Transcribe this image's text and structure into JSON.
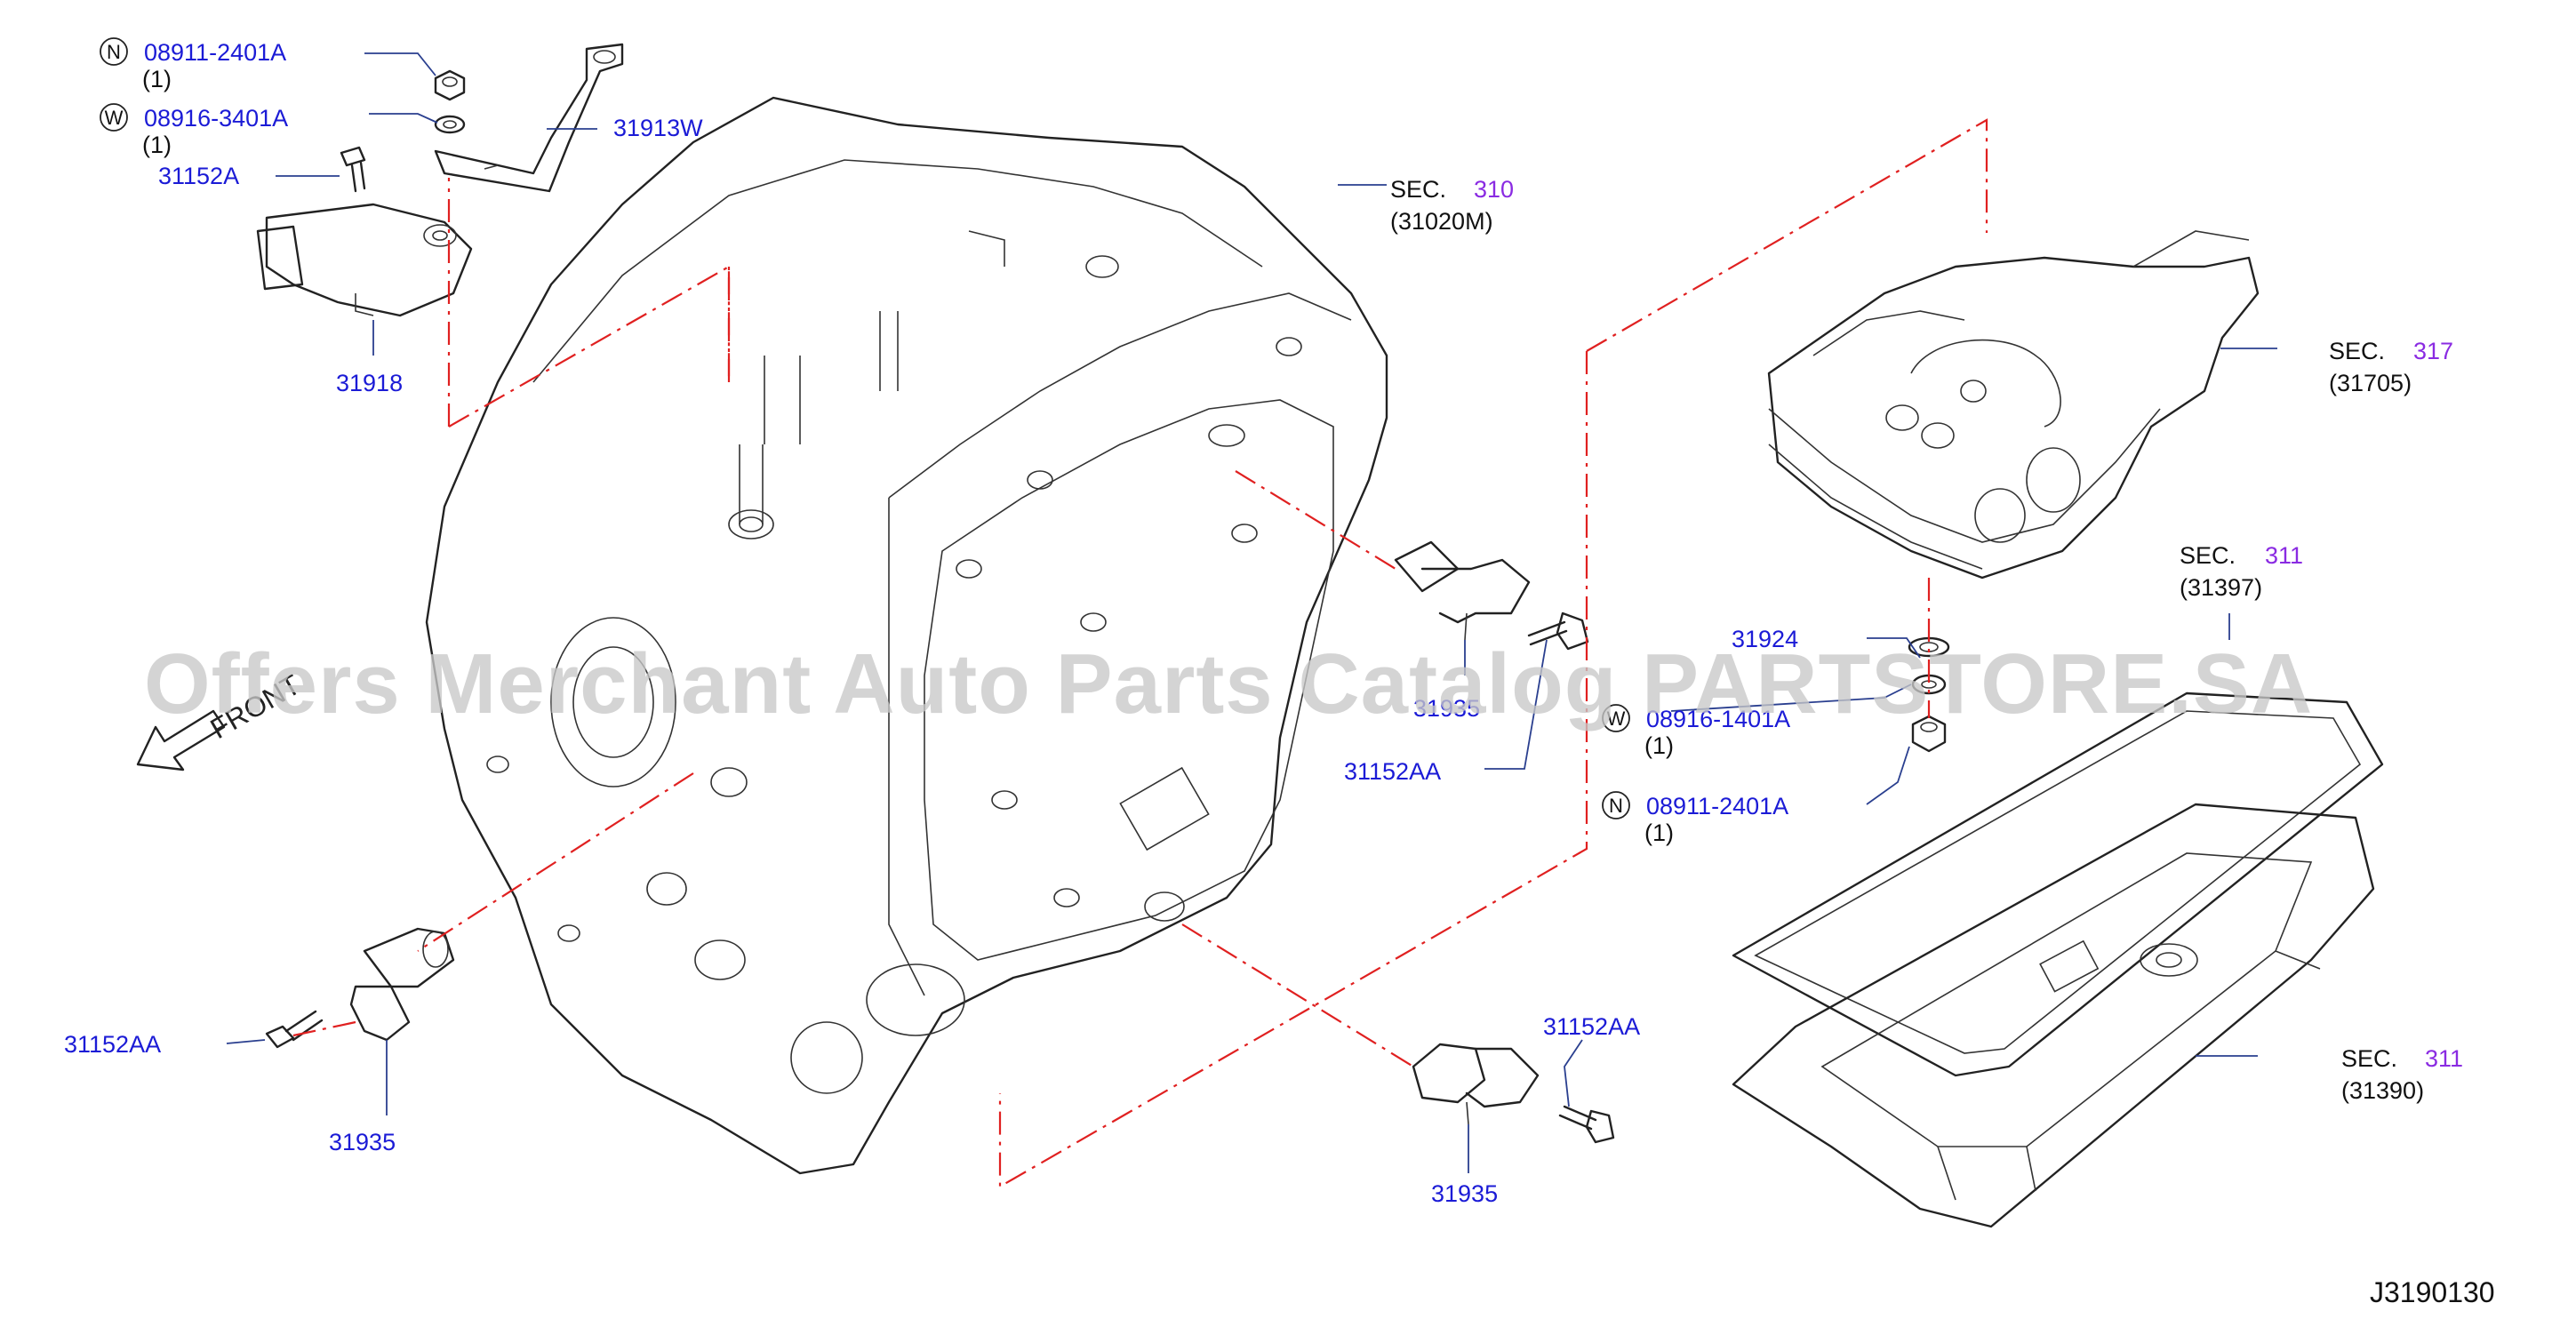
{
  "diagram_code": "J3190130",
  "watermark": "Offers Merchant Auto Parts Catalog PARTSTORE.SA",
  "front_label": "FRONT",
  "section_refs": [
    {
      "prefix": "SEC.",
      "number": "310",
      "part": "(31020M)"
    },
    {
      "prefix": "SEC.",
      "number": "317",
      "part": "(31705)"
    },
    {
      "prefix": "SEC.",
      "number": "311",
      "part": "(31397)"
    },
    {
      "prefix": "SEC.",
      "number": "311",
      "part": "(31390)"
    }
  ],
  "fastener_refs": [
    {
      "letter": "N",
      "part": "08911-2401A",
      "qty": "(1)"
    },
    {
      "letter": "W",
      "part": "08916-3401A",
      "qty": "(1)"
    },
    {
      "letter": "W",
      "part": "08916-1401A",
      "qty": "(1)"
    },
    {
      "letter": "N",
      "part": "08911-2401A",
      "qty": "(1)"
    }
  ],
  "part_labels": {
    "bracket": "31913W",
    "bolt_top": "31152A",
    "range_switch": "31918",
    "sensor_right": "31935",
    "bolt_right": "31152AA",
    "washer_seal": "31924",
    "bolt_left": "31152AA",
    "sensor_left": "31935",
    "bolt_bottom": "31152AA",
    "sensor_bottom": "31935"
  },
  "colors": {
    "label_blue": "#1b1bd6",
    "section_purple": "#8a2be2",
    "phantom_red": "#e02020",
    "leader": "#2a3f8f"
  }
}
